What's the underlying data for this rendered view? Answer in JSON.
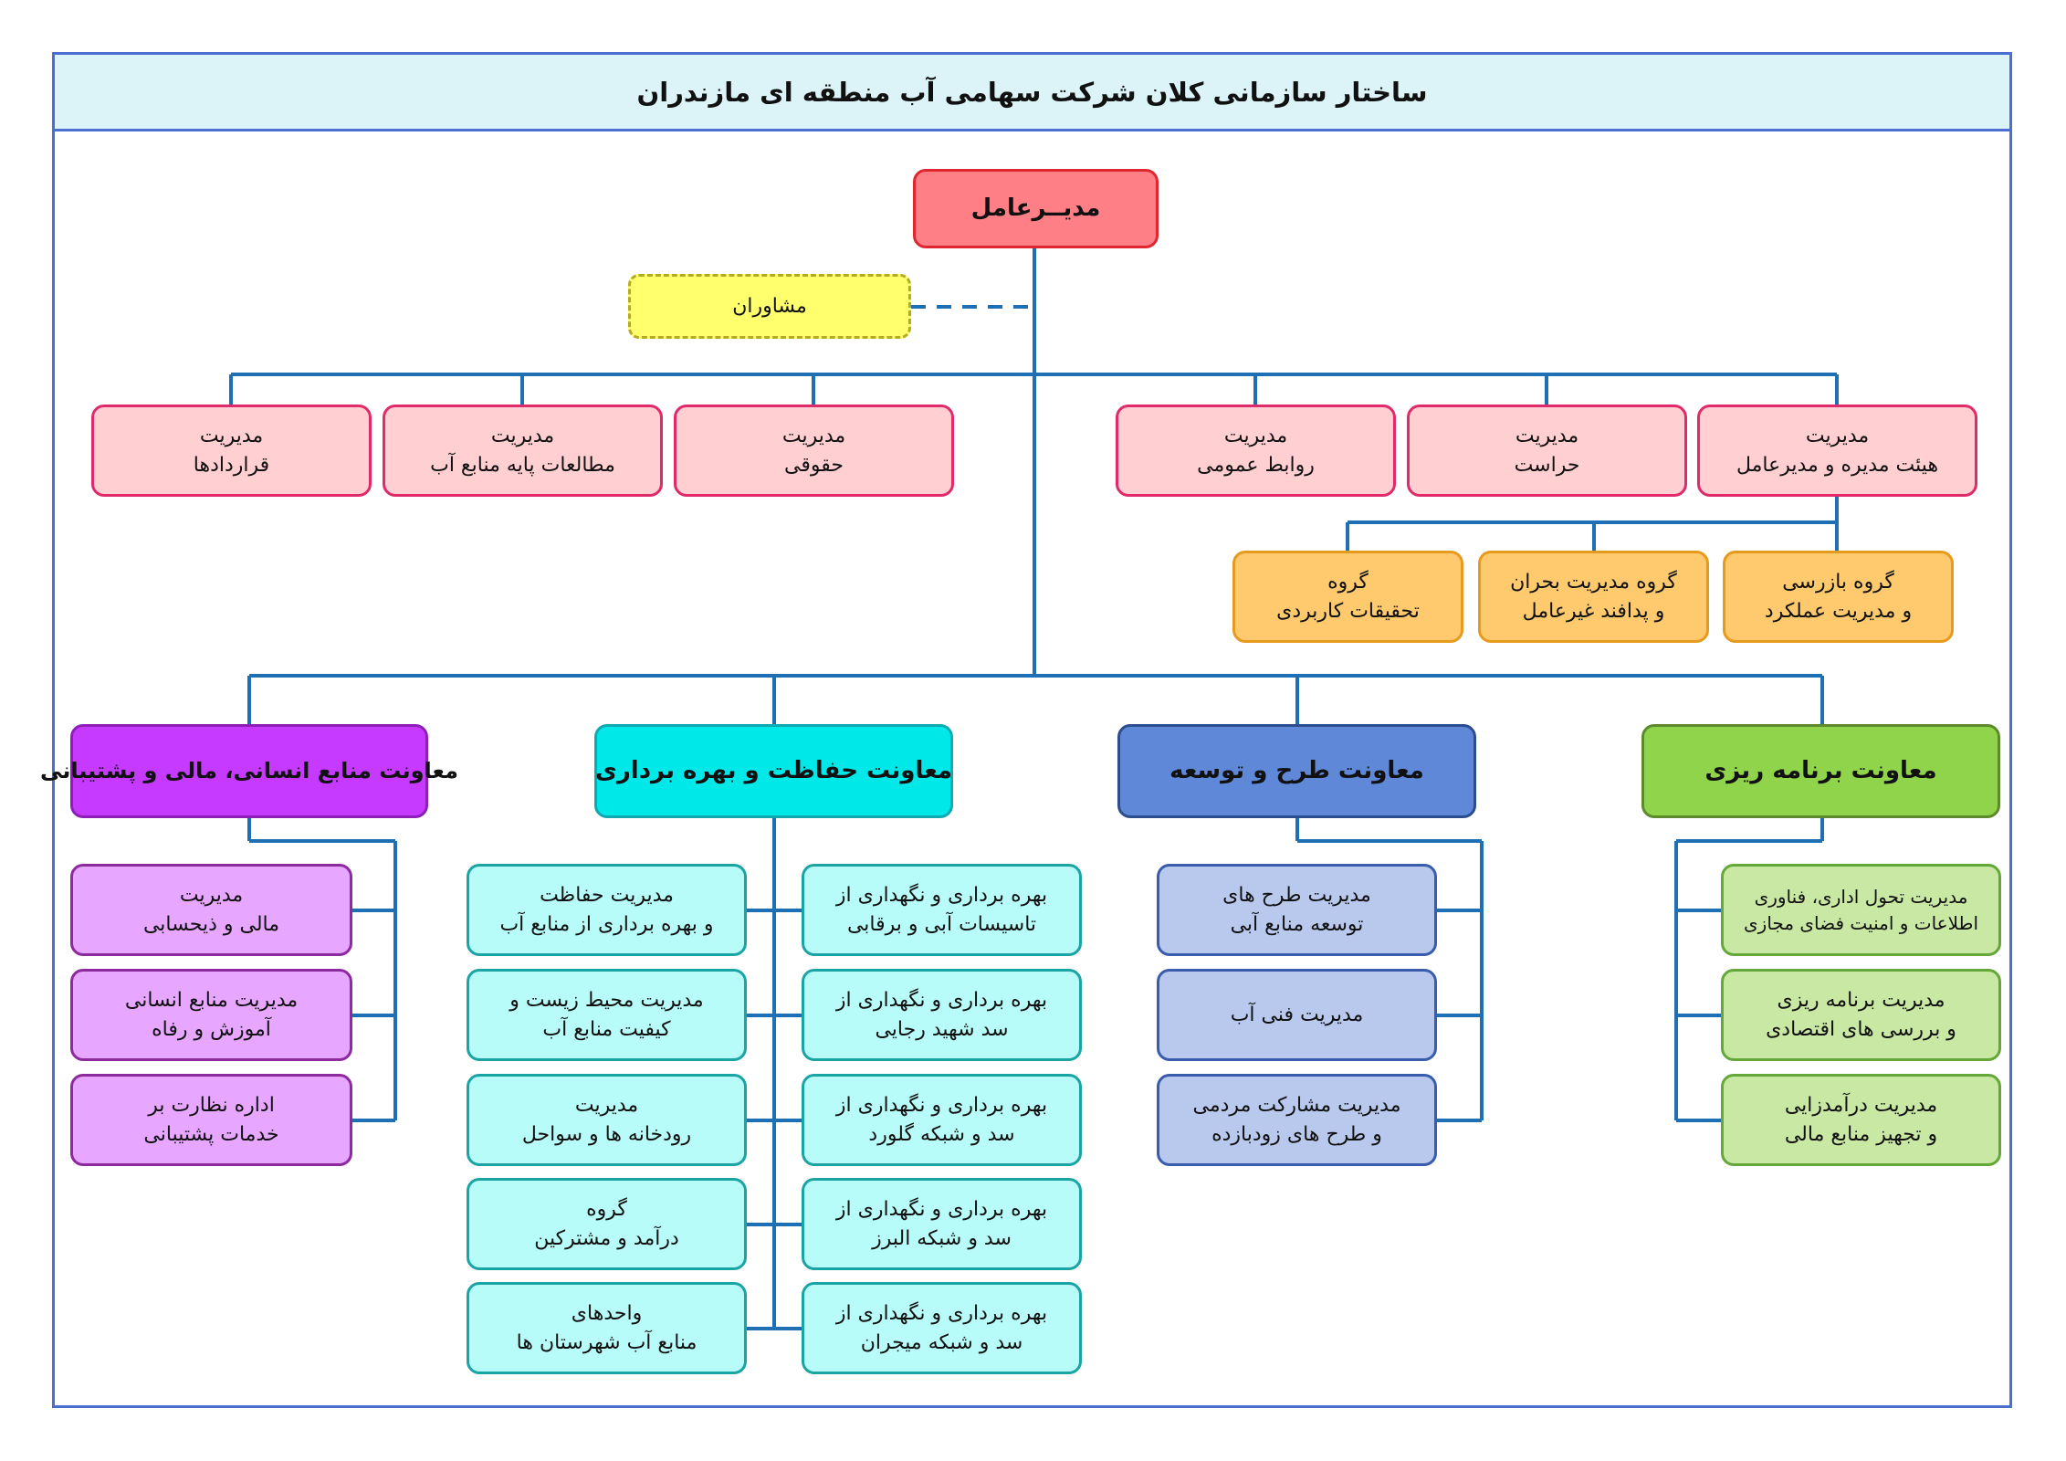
{
  "title": "ساختار سازمانی کلان شرکت سهامی آب منطقه ای مازندران",
  "ceo": "مدیــرعامل",
  "advisors": "مشاوران",
  "top_units": {
    "contracts": [
      "مدیریت",
      "قراردادها"
    ],
    "water_studies": [
      "مدیریت",
      "مطالعات پایه منابع آب"
    ],
    "legal": [
      "مدیریت",
      "حقوقی"
    ],
    "public_relations": [
      "مدیریت",
      "روابط عمومی"
    ],
    "security": [
      "مدیریت",
      "حراست"
    ],
    "board": [
      "مدیریت",
      "هیئت مدیره و مدیرعامل"
    ]
  },
  "board_groups": {
    "research": [
      "گروه",
      "تحقیقات کاربردی"
    ],
    "crisis": [
      "گروه مدیریت بحران",
      "و پدافند غیرعامل"
    ],
    "inspection": [
      "گروه بازرسی",
      "و مدیریت عملکرد"
    ]
  },
  "deputies": {
    "hr": "معاونت منابع انسانی، مالی و پشتیبانی",
    "protection": "معاونت حفاظت و بهره برداری",
    "development": "معاونت طرح و توسعه",
    "planning": "معاونت برنامه ریزی"
  },
  "hr_units": [
    [
      "مدیریت",
      "مالی و ذیحسابی"
    ],
    [
      "مدیریت منابع انسانی",
      "آموزش و رفاه"
    ],
    [
      "اداره نظارت بر",
      "خدمات پشتیبانی"
    ]
  ],
  "protection_left_units": [
    [
      "مدیریت حفاظت",
      "و بهره برداری از منابع آب"
    ],
    [
      "مدیریت محیط زیست و",
      "کیفیت منابع آب"
    ],
    [
      "مدیریت",
      "رودخانه ها و سواحل"
    ],
    [
      "گروه",
      "درآمد و مشترکین"
    ],
    [
      "واحدهای",
      "منابع آب شهرستان ها"
    ]
  ],
  "protection_right_units": [
    [
      "بهره برداری و نگهداری از",
      "تاسیسات آبی و برقابی"
    ],
    [
      "بهره برداری و نگهداری از",
      "سد شهید رجایی"
    ],
    [
      "بهره برداری و نگهداری از",
      "سد و شبکه گلورد"
    ],
    [
      "بهره برداری و نگهداری از",
      "سد و شبکه البرز"
    ],
    [
      "بهره برداری و نگهداری از",
      "سد و شبکه میجران"
    ]
  ],
  "development_units": [
    [
      "مدیریت طرح های",
      "توسعه منابع آبی"
    ],
    [
      "مدیریت فنی آب"
    ],
    [
      "مدیریت مشارکت مردمی",
      "و طرح های زودبازده"
    ]
  ],
  "planning_units": [
    [
      "مدیریت تحول اداری، فناوری",
      "اطلاعات و امنیت فضای مجازی"
    ],
    [
      "مدیریت برنامه ریزی",
      "و بررسی های اقتصادی"
    ],
    [
      "مدیریت درآمدزایی",
      "و تجهیز منابع مالی"
    ]
  ],
  "colors": {
    "connector": "#1f6fb5",
    "frame": "#4a6fd0",
    "ceo": "#ff7f86",
    "advisors": "#ffff6e",
    "unit_pink": "#ffcfd2",
    "group_orange": "#ffc96e",
    "deputy_hr": "#c63aff",
    "deputy_protection": "#00e8e8",
    "deputy_development": "#5f88d8",
    "deputy_planning": "#8fd44a"
  }
}
